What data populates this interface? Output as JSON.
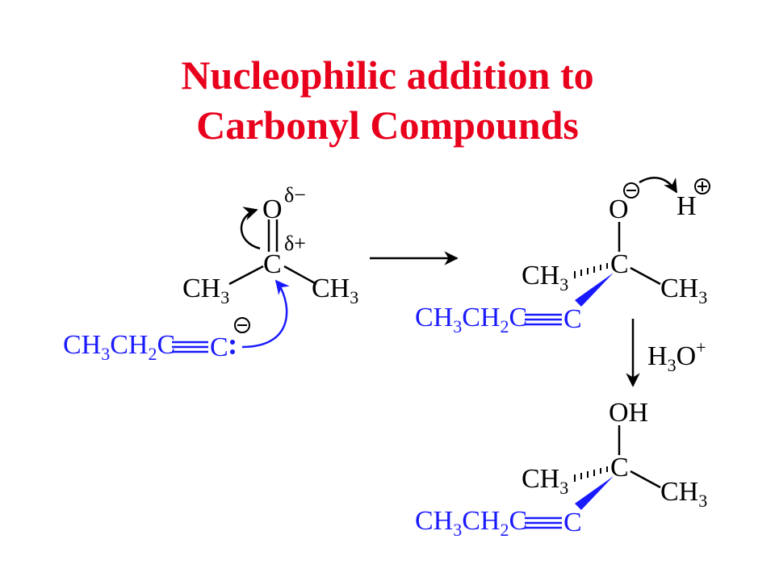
{
  "title": {
    "line1": "Nucleophilic addition to",
    "line2": "Carbonyl Compounds"
  },
  "colors": {
    "title": "#e8001c",
    "structure": "#000000",
    "nucleophile": "#1a1aff"
  },
  "reactant": {
    "oxygen": "O",
    "carbon": "C",
    "delta_minus": "δ−",
    "delta_plus": "δ+",
    "methyl_left": "CH3",
    "methyl_right": "CH3"
  },
  "nucleophile": {
    "chain": "CH3CH2C",
    "terminal": "C",
    "lone_pair": ":",
    "charge": "⊖"
  },
  "intermediate": {
    "oxygen": "O",
    "oxygen_charge": "⊖",
    "proton": "H",
    "proton_charge": "⊕",
    "carbon": "C",
    "methyl_left": "CH3",
    "methyl_right": "CH3",
    "chain": "CH3CH2C",
    "terminal": "C"
  },
  "reagent": {
    "label": "H3O+"
  },
  "product": {
    "hydroxyl": "OH",
    "carbon": "C",
    "methyl_left": "CH3",
    "methyl_right": "CH3",
    "chain": "CH3CH2C",
    "terminal": "C"
  }
}
